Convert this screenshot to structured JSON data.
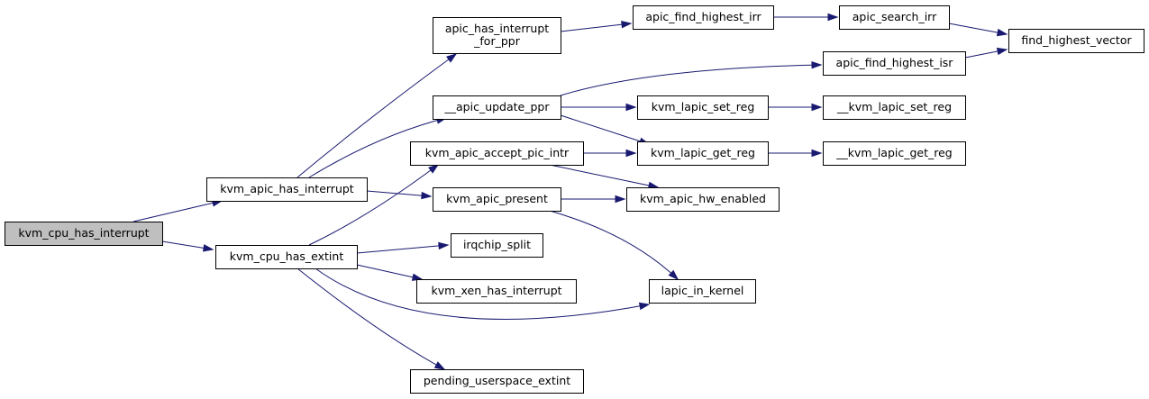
{
  "nodes": [
    {
      "id": "n_cpu_has_interrupt",
      "lines": [
        "kvm_cpu_has_interrupt"
      ],
      "root": true
    },
    {
      "id": "n_apic_has_interrupt",
      "lines": [
        "kvm_apic_has_interrupt"
      ]
    },
    {
      "id": "n_cpu_has_extint",
      "lines": [
        "kvm_cpu_has_extint"
      ]
    },
    {
      "id": "n_apic_has_interrupt_for_ppr",
      "lines": [
        "apic_has_interrupt",
        "_for_ppr"
      ]
    },
    {
      "id": "n_apic_update_ppr",
      "lines": [
        "__apic_update_ppr"
      ]
    },
    {
      "id": "n_apic_accept_pic_intr",
      "lines": [
        "kvm_apic_accept_pic_intr"
      ]
    },
    {
      "id": "n_apic_present",
      "lines": [
        "kvm_apic_present"
      ]
    },
    {
      "id": "n_irqchip_split",
      "lines": [
        "irqchip_split"
      ]
    },
    {
      "id": "n_xen_has_interrupt",
      "lines": [
        "kvm_xen_has_interrupt"
      ]
    },
    {
      "id": "n_pending_userspace_extint",
      "lines": [
        "pending_userspace_extint"
      ]
    },
    {
      "id": "n_apic_find_highest_irr",
      "lines": [
        "apic_find_highest_irr"
      ]
    },
    {
      "id": "n_apic_find_highest_isr",
      "lines": [
        "apic_find_highest_isr"
      ]
    },
    {
      "id": "n_lapic_set_reg",
      "lines": [
        "kvm_lapic_set_reg"
      ]
    },
    {
      "id": "n_lapic_get_reg",
      "lines": [
        "kvm_lapic_get_reg"
      ]
    },
    {
      "id": "n_apic_hw_enabled",
      "lines": [
        "kvm_apic_hw_enabled"
      ]
    },
    {
      "id": "n_lapic_in_kernel",
      "lines": [
        "lapic_in_kernel"
      ]
    },
    {
      "id": "n_apic_search_irr",
      "lines": [
        "apic_search_irr"
      ]
    },
    {
      "id": "n_find_highest_vector",
      "lines": [
        "find_highest_vector"
      ]
    },
    {
      "id": "n___lapic_set_reg",
      "lines": [
        "__kvm_lapic_set_reg"
      ]
    },
    {
      "id": "n___lapic_get_reg",
      "lines": [
        "__kvm_lapic_get_reg"
      ]
    }
  ],
  "edges": [
    {
      "from": "n_cpu_has_interrupt",
      "to": "n_apic_has_interrupt"
    },
    {
      "from": "n_cpu_has_interrupt",
      "to": "n_cpu_has_extint"
    },
    {
      "from": "n_apic_has_interrupt",
      "to": "n_apic_has_interrupt_for_ppr"
    },
    {
      "from": "n_apic_has_interrupt",
      "to": "n_apic_update_ppr"
    },
    {
      "from": "n_apic_has_interrupt",
      "to": "n_apic_present"
    },
    {
      "from": "n_cpu_has_extint",
      "to": "n_apic_accept_pic_intr"
    },
    {
      "from": "n_cpu_has_extint",
      "to": "n_irqchip_split"
    },
    {
      "from": "n_cpu_has_extint",
      "to": "n_xen_has_interrupt"
    },
    {
      "from": "n_cpu_has_extint",
      "to": "n_lapic_in_kernel"
    },
    {
      "from": "n_cpu_has_extint",
      "to": "n_pending_userspace_extint"
    },
    {
      "from": "n_apic_has_interrupt_for_ppr",
      "to": "n_apic_find_highest_irr"
    },
    {
      "from": "n_apic_update_ppr",
      "to": "n_apic_find_highest_isr"
    },
    {
      "from": "n_apic_update_ppr",
      "to": "n_lapic_set_reg"
    },
    {
      "from": "n_apic_update_ppr",
      "to": "n_lapic_get_reg"
    },
    {
      "from": "n_apic_accept_pic_intr",
      "to": "n_lapic_get_reg"
    },
    {
      "from": "n_apic_accept_pic_intr",
      "to": "n_apic_hw_enabled"
    },
    {
      "from": "n_apic_present",
      "to": "n_apic_hw_enabled"
    },
    {
      "from": "n_apic_present",
      "to": "n_lapic_in_kernel"
    },
    {
      "from": "n_apic_find_highest_irr",
      "to": "n_apic_search_irr"
    },
    {
      "from": "n_apic_search_irr",
      "to": "n_find_highest_vector"
    },
    {
      "from": "n_apic_find_highest_isr",
      "to": "n_find_highest_vector"
    },
    {
      "from": "n_lapic_set_reg",
      "to": "n___lapic_set_reg"
    },
    {
      "from": "n_lapic_get_reg",
      "to": "n___lapic_get_reg"
    }
  ]
}
